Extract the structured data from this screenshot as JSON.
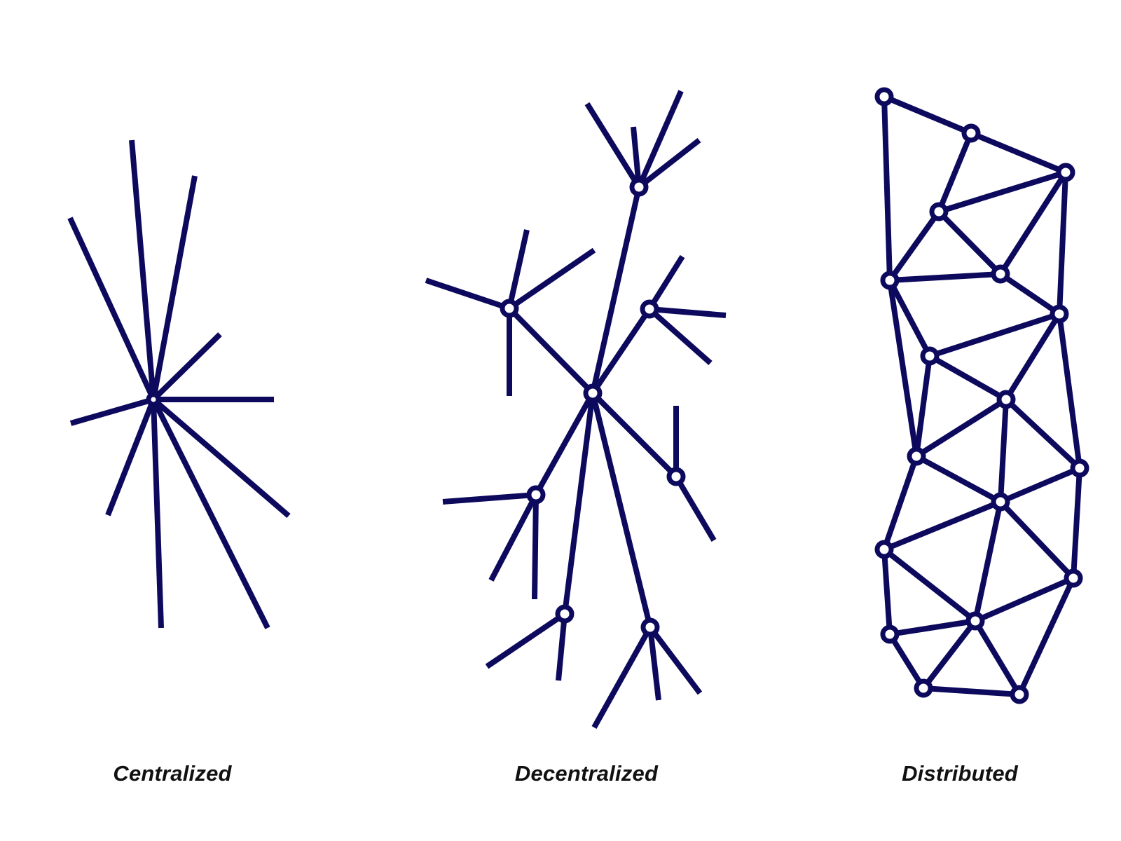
{
  "labels": {
    "centralized": "Centralized",
    "decentralized": "Decentralized",
    "distributed": "Distributed"
  },
  "colors": {
    "line": "#0d0a5e",
    "node_fill": "#ffffff",
    "text": "#111111",
    "background": "#ffffff"
  }
}
